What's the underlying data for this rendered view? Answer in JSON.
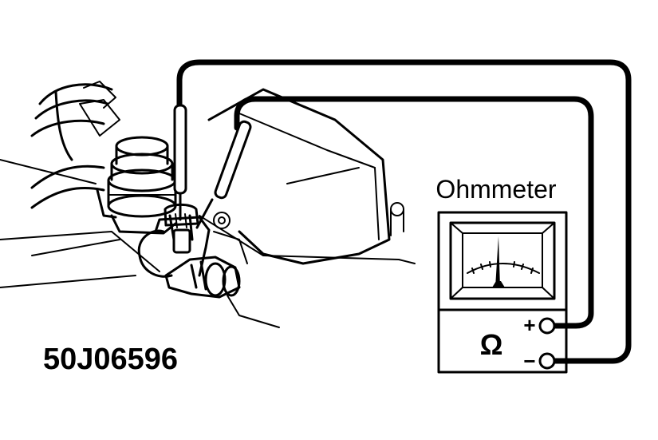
{
  "diagram": {
    "meter_title": "Ohmmeter",
    "meter_symbol": "Ω",
    "terminal_positive": "+",
    "terminal_negative": "−",
    "figure_code": "50J06596",
    "ink_color": "#000000",
    "background_color": "#ffffff"
  }
}
